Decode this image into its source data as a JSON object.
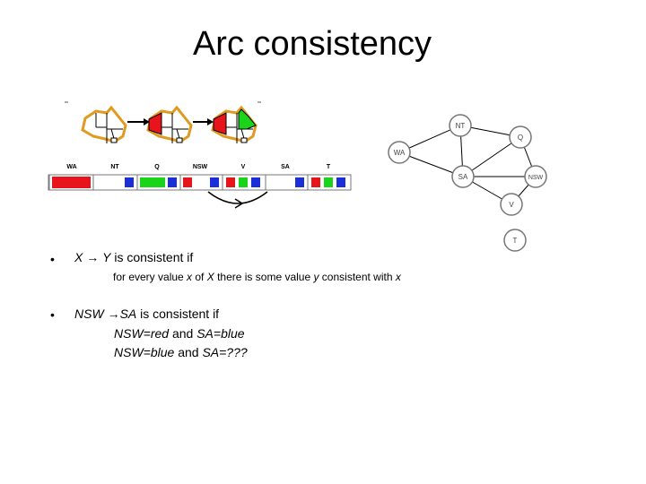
{
  "title": "Arc consistency",
  "strip": {
    "labels": [
      "WA",
      "NT",
      "Q",
      "NSW",
      "V",
      "SA",
      "T"
    ],
    "colors": {
      "red": "#e8141b",
      "green": "#19d419",
      "blue": "#1a2fd8"
    },
    "cells": [
      [
        "red"
      ],
      [
        "blue"
      ],
      [
        "green",
        "blue"
      ],
      [
        "red",
        "blue"
      ],
      [
        "red",
        "green",
        "blue"
      ],
      [
        "blue"
      ],
      [
        "red",
        "green",
        "blue"
      ]
    ]
  },
  "graph": {
    "nodes": [
      "NT",
      "Q",
      "WA",
      "SA",
      "NSW",
      "V",
      "T"
    ],
    "edges": [
      [
        "WA",
        "NT"
      ],
      [
        "WA",
        "SA"
      ],
      [
        "NT",
        "SA"
      ],
      [
        "NT",
        "Q"
      ],
      [
        "Q",
        "SA"
      ],
      [
        "Q",
        "NSW"
      ],
      [
        "SA",
        "NSW"
      ],
      [
        "SA",
        "V"
      ],
      [
        "NSW",
        "V"
      ]
    ]
  },
  "bullets": {
    "b1": {
      "marker": "•",
      "var_x": "X",
      "arrow": "→",
      "var_y": "Y",
      "rest": " is consistent if"
    },
    "b1_sub": {
      "p1": "for every value ",
      "x1": "x",
      "p2": " of ",
      "X1": "X",
      "p3": " there is some value ",
      "y1": "y",
      "p4": " consistent with ",
      "x2": "x"
    },
    "b2": {
      "marker": "•",
      "from": "NSW",
      "arrow": "→",
      "to": "SA",
      "rest": " is consistent if"
    },
    "b2_l1": {
      "a": "NSW=red",
      "b": " and ",
      "c": "SA=blue"
    },
    "b2_l2": {
      "a": "NSW=blue",
      "b": " and ",
      "c": "SA=???"
    }
  }
}
